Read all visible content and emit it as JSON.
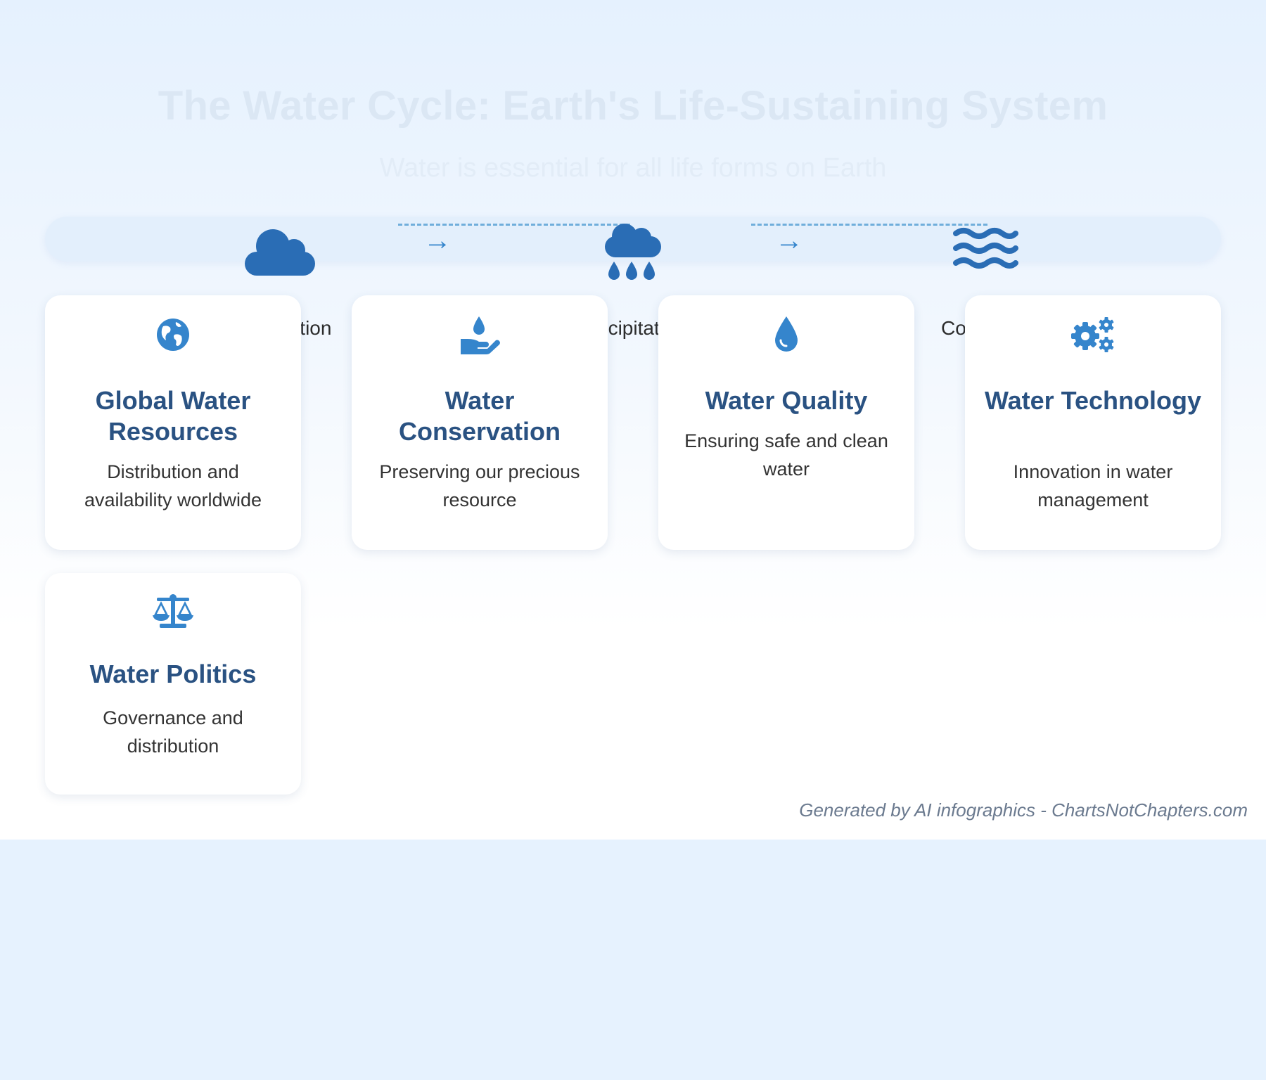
{
  "header": {
    "title": "The Water Cycle: Earth's Life-Sustaining System",
    "subtitle": "Water is essential for all life forms on Earth"
  },
  "cycle": {
    "stages": [
      {
        "label": "Evaporation",
        "icon": "cloud-icon"
      },
      {
        "label": "Precipitation",
        "icon": "rain-cloud-icon"
      },
      {
        "label": "Collection",
        "icon": "water-waves-icon"
      }
    ],
    "arrow_glyph": "→"
  },
  "cards": [
    {
      "title": "Global Water Resources",
      "description": "Distribution and availability worldwide",
      "icon": "globe-icon"
    },
    {
      "title": "Water Conservation",
      "description": "Preserving our precious resource",
      "icon": "hand-holding-droplet-icon"
    },
    {
      "title": "Water Quality",
      "description": "Ensuring safe and clean water",
      "icon": "droplet-icon"
    },
    {
      "title": "Water Technology",
      "description": "Innovation in water management",
      "icon": "gears-icon"
    },
    {
      "title": "Water Politics",
      "description": "Governance and distribution",
      "icon": "scale-balance-icon"
    }
  ],
  "footer": {
    "credit": "Generated by AI infographics - ChartsNotChapters.com"
  },
  "colors": {
    "accent": "#3585cc",
    "icon_dark": "#2a6db5",
    "heading": "#2a5282",
    "band": "#e3effc"
  }
}
